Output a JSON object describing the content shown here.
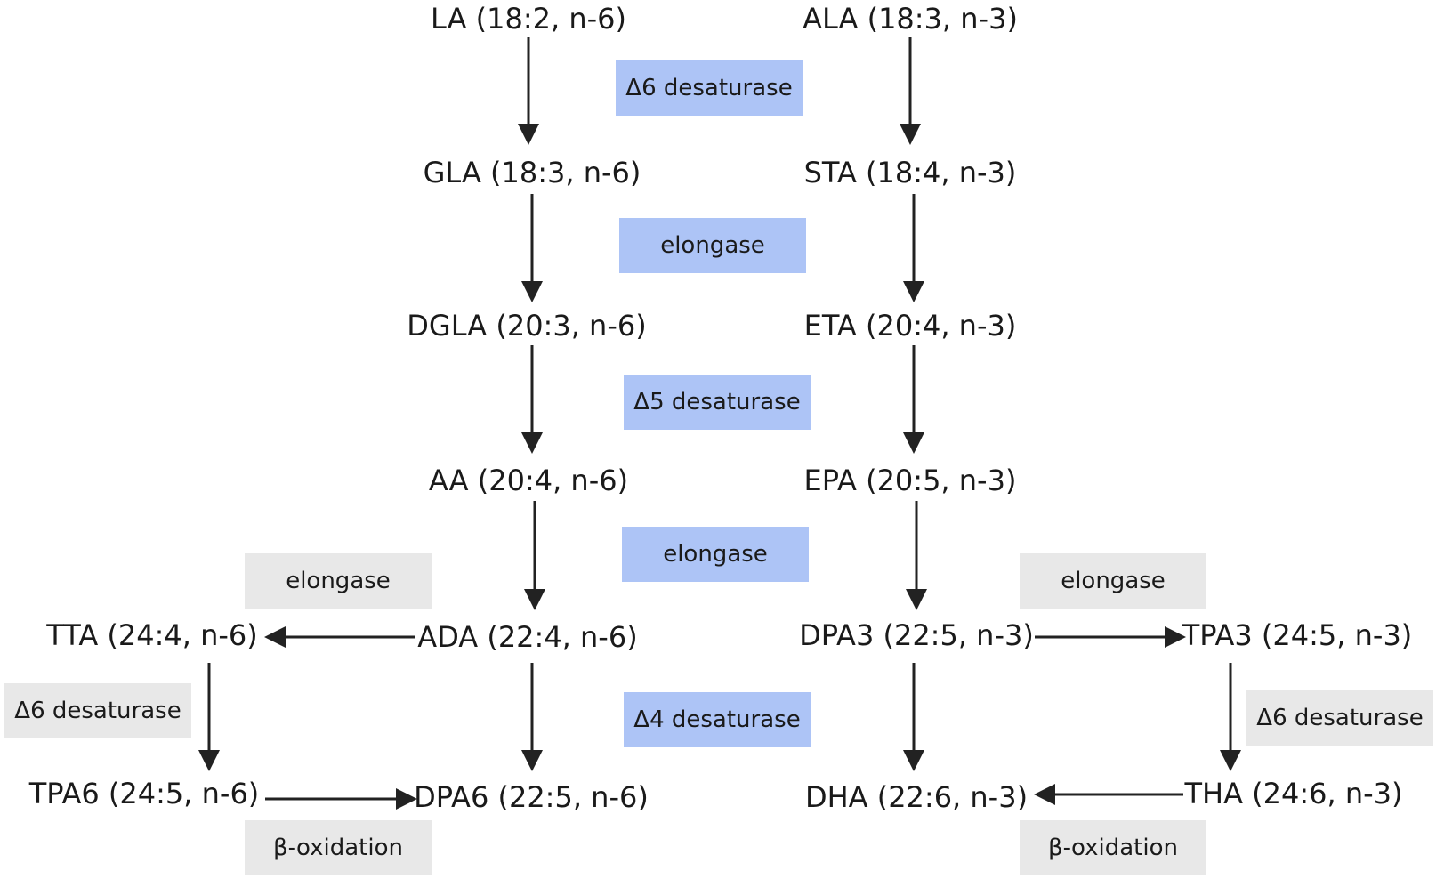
{
  "nodes": {
    "la": "LA (18:2, n-6)",
    "gla": "GLA (18:3, n-6)",
    "dgla": "DGLA (20:3, n-6)",
    "aa": "AA (20:4, n-6)",
    "ada": "ADA (22:4, n-6)",
    "dpa6": "DPA6 (22:5, n-6)",
    "tta": "TTA (24:4, n-6)",
    "tpa6": "TPA6 (24:5, n-6)",
    "ala": "ALA (18:3, n-3)",
    "sta": "STA (18:4, n-3)",
    "eta": "ETA (20:4, n-3)",
    "epa": "EPA (20:5, n-3)",
    "dpa3": "DPA3 (22:5, n-3)",
    "dha": "DHA (22:6, n-3)",
    "tpa3": "TPA3 (24:5, n-3)",
    "tha": "THA (24:6, n-3)"
  },
  "enzymes": {
    "main_d6": "Δ6 desaturase",
    "main_elongase_1": "elongase",
    "main_d5": "Δ5 desaturase",
    "main_elongase_2": "elongase",
    "main_d4": "Δ4 desaturase",
    "left_elongase": "elongase",
    "left_d6": "Δ6 desaturase",
    "left_beta": "β-oxidation",
    "right_elongase": "elongase",
    "right_d6": "Δ6 desaturase",
    "right_beta": "β-oxidation"
  },
  "colors": {
    "main_enzyme_box": "#adc4f6",
    "side_enzyme_box": "#e8e8e8",
    "arrow": "#222222",
    "text": "#1a1a1a"
  }
}
